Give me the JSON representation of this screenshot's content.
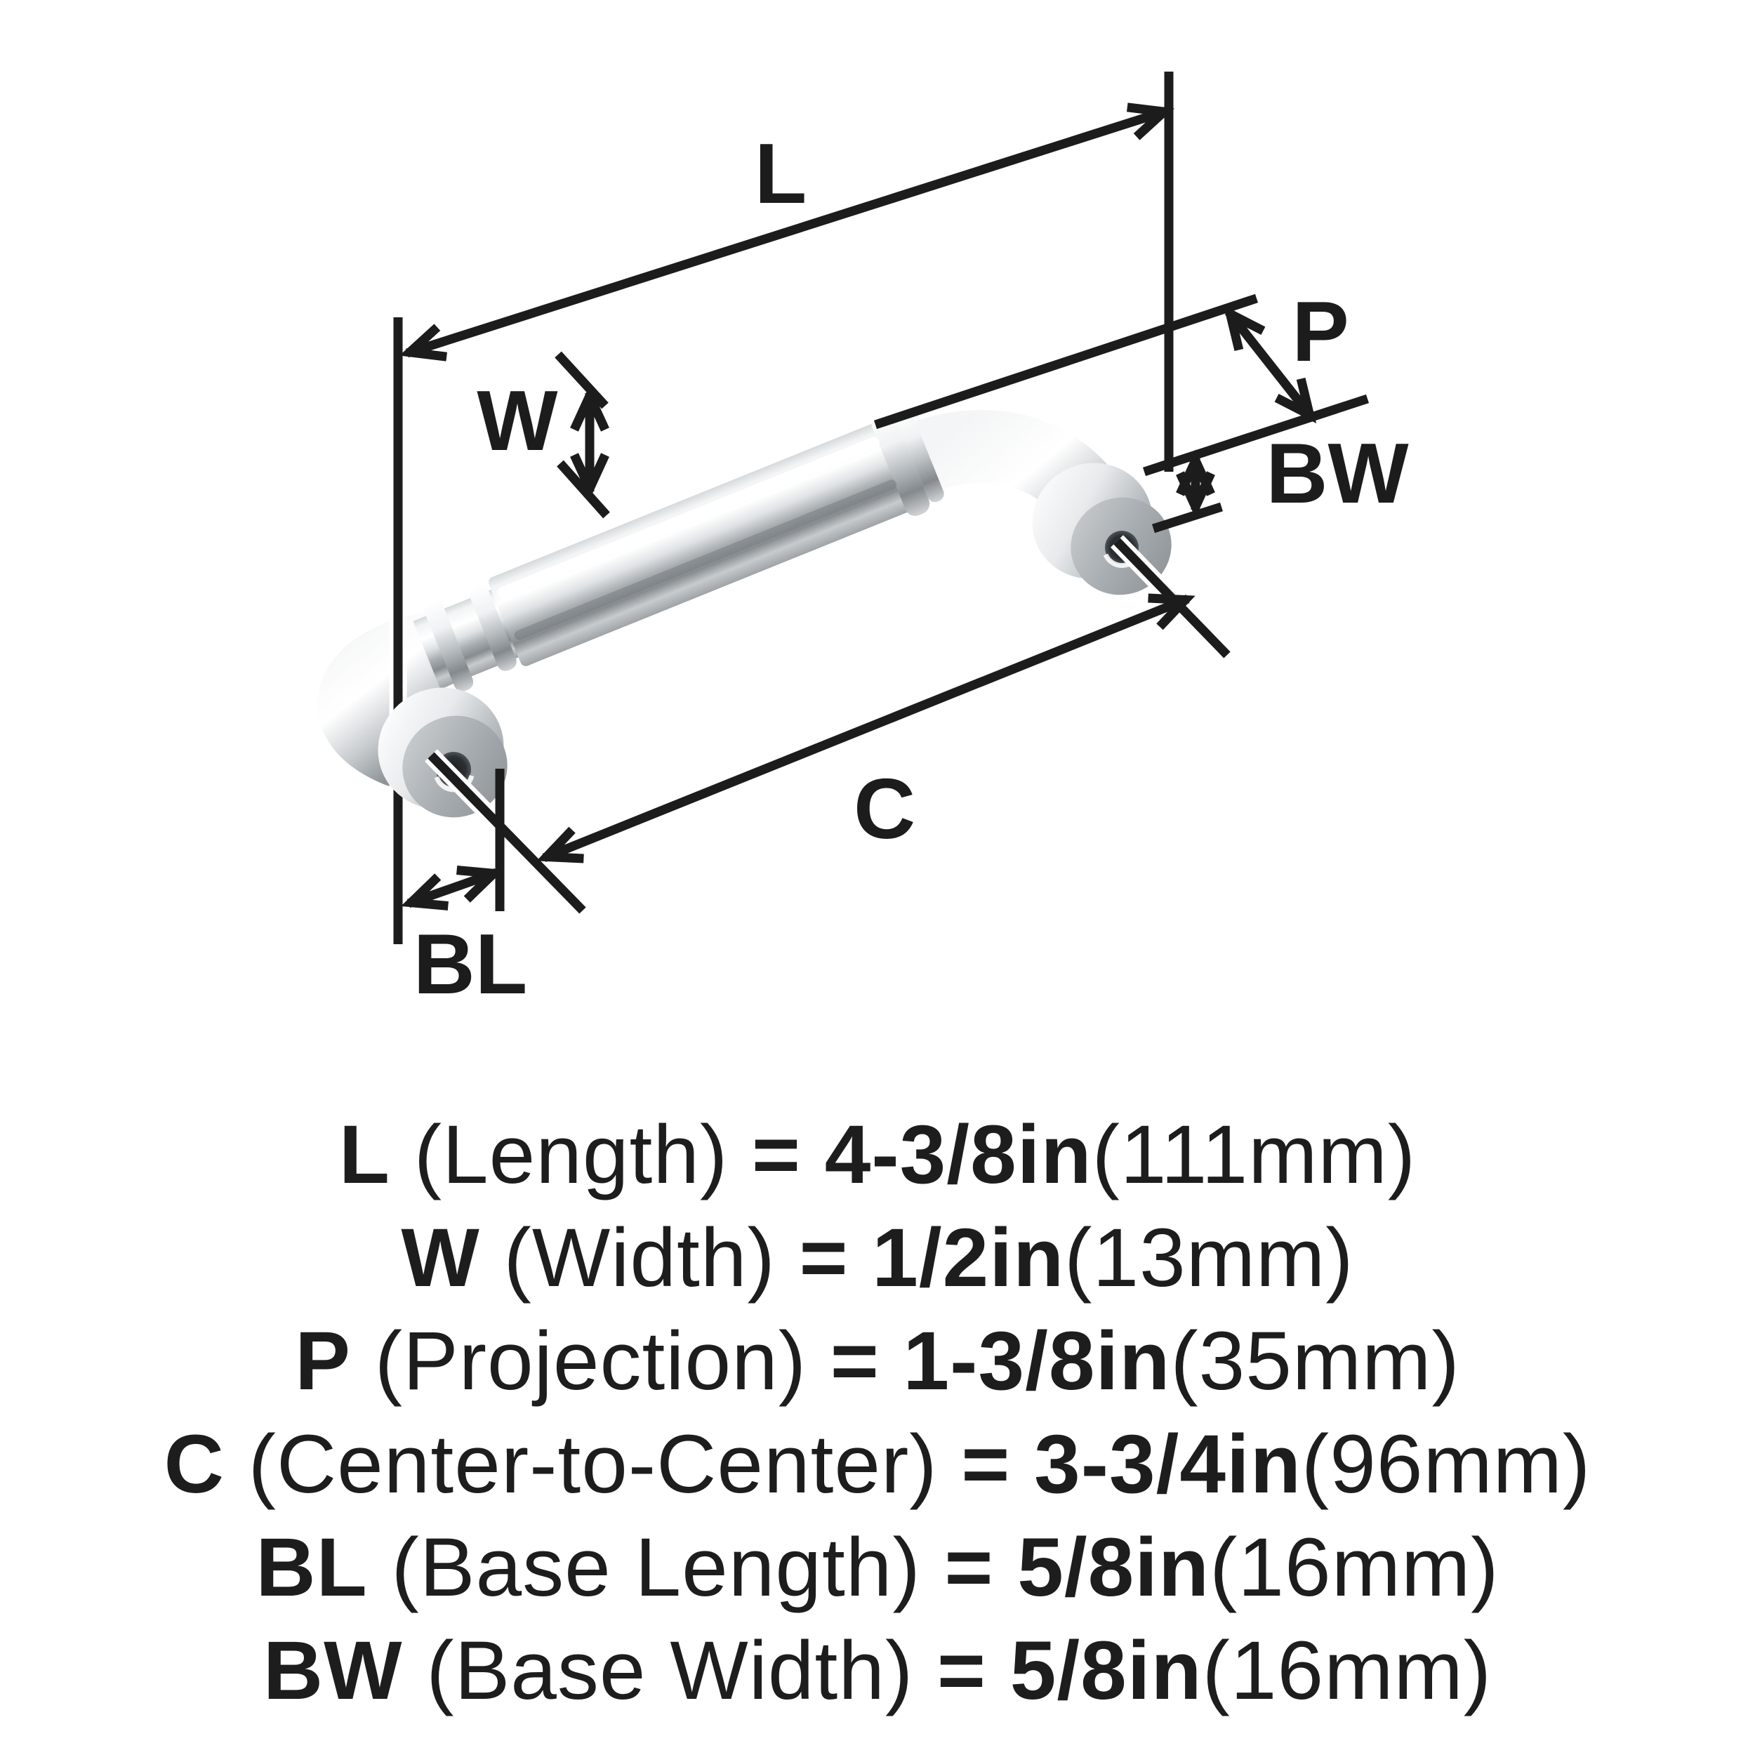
{
  "diagram": {
    "labels": {
      "length": "L",
      "width": "W",
      "projection": "P",
      "center_to_center": "C",
      "base_length": "BL",
      "base_width": "BW"
    }
  },
  "specs": [
    {
      "code": "L",
      "name": " (Length) ",
      "eq": "=",
      "imperial": " 4-3/8in",
      "metric": "(111mm)"
    },
    {
      "code": "W",
      "name": " (Width) ",
      "eq": "=",
      "imperial": " 1/2in",
      "metric": "(13mm)"
    },
    {
      "code": "P",
      "name": " (Projection) ",
      "eq": "=",
      "imperial": " 1-3/8in",
      "metric": "(35mm)"
    },
    {
      "code": "C",
      "name": " (Center-to-Center) ",
      "eq": "=",
      "imperial": " 3-3/4in",
      "metric": "(96mm)"
    },
    {
      "code": "BL",
      "name": " (Base Length) ",
      "eq": "=",
      "imperial": " 5/8in",
      "metric": "(16mm)"
    },
    {
      "code": "BW",
      "name": " (Base Width) ",
      "eq": "=",
      "imperial": " 5/8in",
      "metric": "(16mm)"
    }
  ],
  "colors": {
    "background": "#ffffff",
    "line": "#1c1c1c",
    "text": "#1d1d1d",
    "chrome_highlight": "#ffffff",
    "chrome_light": "#f2f4f5",
    "chrome_mid": "#a9aeb2",
    "chrome_dark": "#878c90",
    "base_face": "#a7acb0",
    "hole": "#2b2f33"
  }
}
